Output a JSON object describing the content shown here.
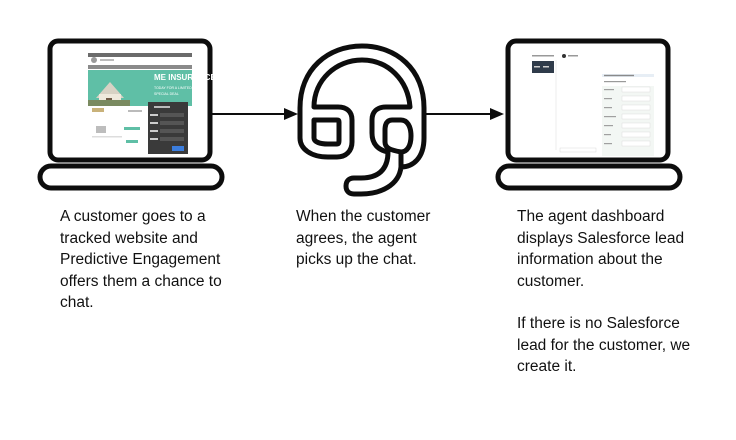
{
  "steps": [
    {
      "icon": "laptop-website-icon",
      "caption": "A customer goes to a tracked website and Predictive Engagement offers them a chance to chat."
    },
    {
      "icon": "headset-agent-icon",
      "caption": "When the customer agrees, the agent picks up the chat."
    },
    {
      "icon": "laptop-dashboard-icon",
      "caption": "The agent dashboard displays Salesforce lead information about the customer.",
      "note": "If there is no Salesforce lead for the customer, we create it."
    }
  ],
  "website_banner": {
    "line1": "ME INSURANCE",
    "line2": "TODAY FOR A LIMITED",
    "line3": "SPECIAL DEAL"
  },
  "colors": {
    "stroke": "#0d0d0d",
    "banner": "#5fbfa6",
    "chat_panel": "#3a3a3a",
    "chat_button": "#3b7ddd",
    "screen_bg": "#ffffff"
  }
}
